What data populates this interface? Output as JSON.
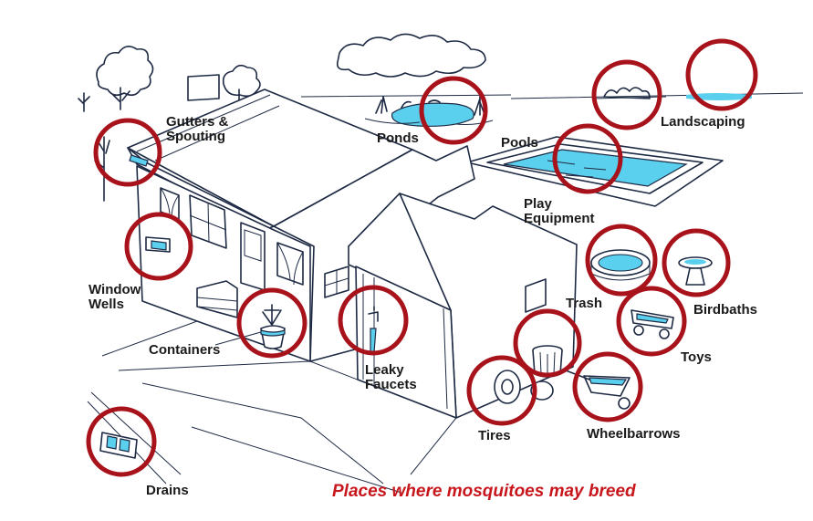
{
  "caption": "Places where mosquitoes may breed",
  "labels": {
    "gutters": [
      "Gutters &",
      "Spouting"
    ],
    "window_wells": [
      "Window",
      "Wells"
    ],
    "containers": [
      "Containers"
    ],
    "ponds": [
      "Ponds"
    ],
    "pools": [
      "Pools"
    ],
    "landscaping": [
      "Landscaping"
    ],
    "play_equipment": [
      "Play",
      "Equipment"
    ],
    "trash": [
      "Trash"
    ],
    "birdbaths": [
      "Birdbaths"
    ],
    "toys": [
      "Toys"
    ],
    "leaky_faucets": [
      "Leaky",
      "Faucets"
    ],
    "tires": [
      "Tires"
    ],
    "wheelbarrows": [
      "Wheelbarrows"
    ],
    "drains": [
      "Drains"
    ]
  },
  "colors": {
    "circle": "#a8121a",
    "water": "#5bd0ee",
    "line": "#1e2a44",
    "caption": "#c8161d"
  }
}
